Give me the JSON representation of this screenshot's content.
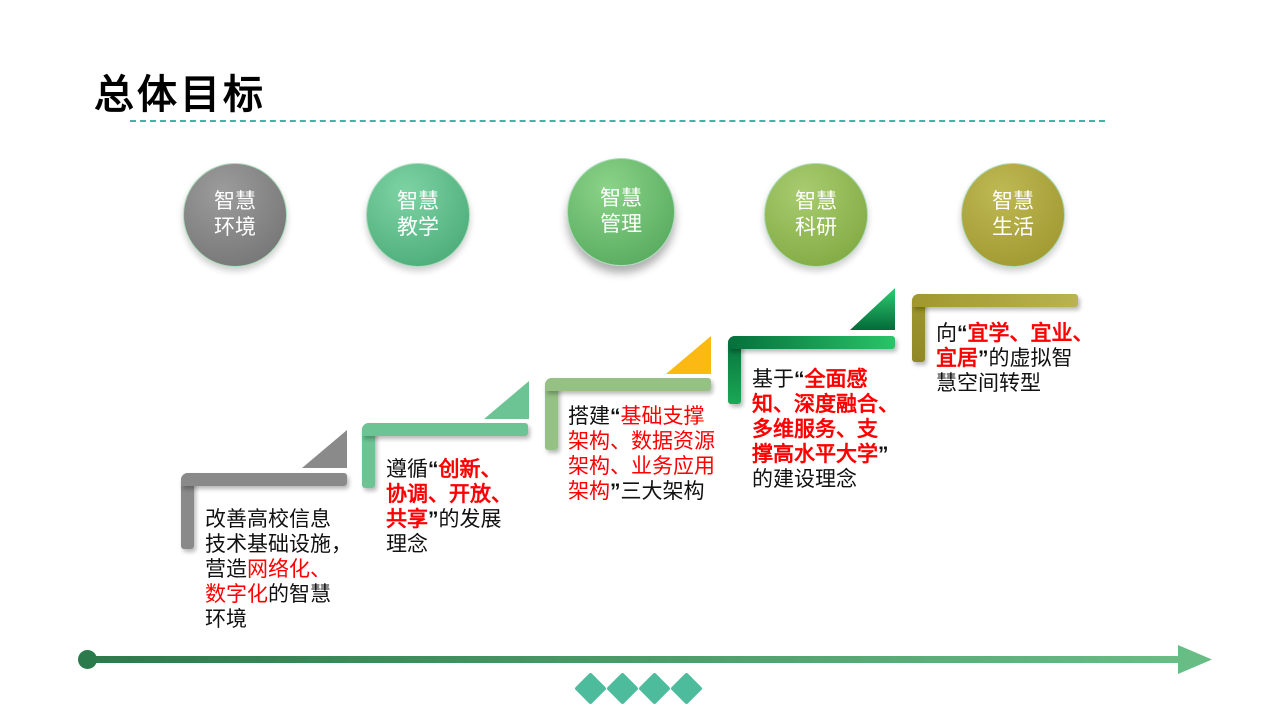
{
  "slide": {
    "title": "总体目标",
    "divider_color": "#42b3a7",
    "background_color": "#ffffff"
  },
  "circles": [
    {
      "name": "smart-environment",
      "line1": "智慧",
      "line2": "环境",
      "color_top": "#9c9c9c",
      "color_bottom": "#787878"
    },
    {
      "name": "smart-teaching",
      "line1": "智慧",
      "line2": "教学",
      "color_top": "#7ed3a4",
      "color_bottom": "#4fae7c"
    },
    {
      "name": "smart-management",
      "line1": "智慧",
      "line2": "管理",
      "color_top": "#8bd389",
      "color_bottom": "#5aad61"
    },
    {
      "name": "smart-research",
      "line1": "智慧",
      "line2": "科研",
      "color_top": "#a8cc70",
      "color_bottom": "#84ac45"
    },
    {
      "name": "smart-life",
      "line1": "智慧",
      "line2": "生活",
      "color_top": "#bfb954",
      "color_bottom": "#a29a32"
    }
  ],
  "steps": [
    {
      "bracket": {
        "left": "#8a8a8a",
        "right": "#8a8a8a",
        "bottom": "#8a8a8a"
      },
      "segments": [
        {
          "t": "改善高校信息\n技术基础设施，\n营造",
          "s": "n"
        },
        {
          "t": "网络化、\n数字化",
          "s": "r"
        },
        {
          "t": "的智慧\n环境",
          "s": "n"
        }
      ]
    },
    {
      "bracket": {
        "left": "#6cc494",
        "right": "#6cc494",
        "bottom": "#6cc494"
      },
      "segments": [
        {
          "t": "遵循",
          "s": "n"
        },
        {
          "t": "“",
          "s": "q"
        },
        {
          "t": "创新、\n协调、开放、\n共享",
          "s": "rb"
        },
        {
          "t": "”",
          "s": "q"
        },
        {
          "t": "的发展\n理念",
          "s": "n"
        }
      ]
    },
    {
      "bracket": {
        "left": "#95c184",
        "right": "#95c184",
        "bottom": "#95c184"
      },
      "segments": [
        {
          "t": "搭建",
          "s": "n"
        },
        {
          "t": "“",
          "s": "q"
        },
        {
          "t": "基础支撑\n架构、数据资源\n架构、业务应用\n架构",
          "s": "r"
        },
        {
          "t": "”",
          "s": "q"
        },
        {
          "t": "三大架构",
          "s": "n"
        }
      ]
    },
    {
      "bracket": {
        "left": "#05703c",
        "right": "#29c468",
        "bottom": "#1aa854"
      },
      "segments": [
        {
          "t": "基于",
          "s": "n"
        },
        {
          "t": "“",
          "s": "q"
        },
        {
          "t": "全面感\n知、深度融合、\n多维服务、支\n撑高水平大学",
          "s": "rb"
        },
        {
          "t": "”",
          "s": "q"
        },
        {
          "t": "\n的建设理念",
          "s": "n"
        }
      ]
    },
    {
      "bracket": {
        "left": "#a0982e",
        "right": "#b9b350",
        "bottom": "#8f8826"
      },
      "segments": [
        {
          "t": "向",
          "s": "n"
        },
        {
          "t": "“",
          "s": "q"
        },
        {
          "t": "宜学、宜业、\n宜居",
          "s": "rb"
        },
        {
          "t": "”",
          "s": "q"
        },
        {
          "t": "的虚拟智\n慧空间转型",
          "s": "n"
        }
      ]
    }
  ],
  "triangles": [
    {
      "top": "#8a8a8a",
      "bottom": "#8a8a8a"
    },
    {
      "top": "#6cc494",
      "bottom": "#6cc494"
    },
    {
      "top": "#fcb813",
      "bottom": "#fcb813"
    },
    {
      "top": "#2ecd72",
      "bottom": "#046a39"
    }
  ],
  "timeline": {
    "color_start": "#2b7a4c",
    "color_end": "#68bd85",
    "diamond_color": "#4cbc9c",
    "diamond_count": 4
  },
  "text_colors": {
    "normal": "#111111",
    "highlight": "#fe0000"
  }
}
